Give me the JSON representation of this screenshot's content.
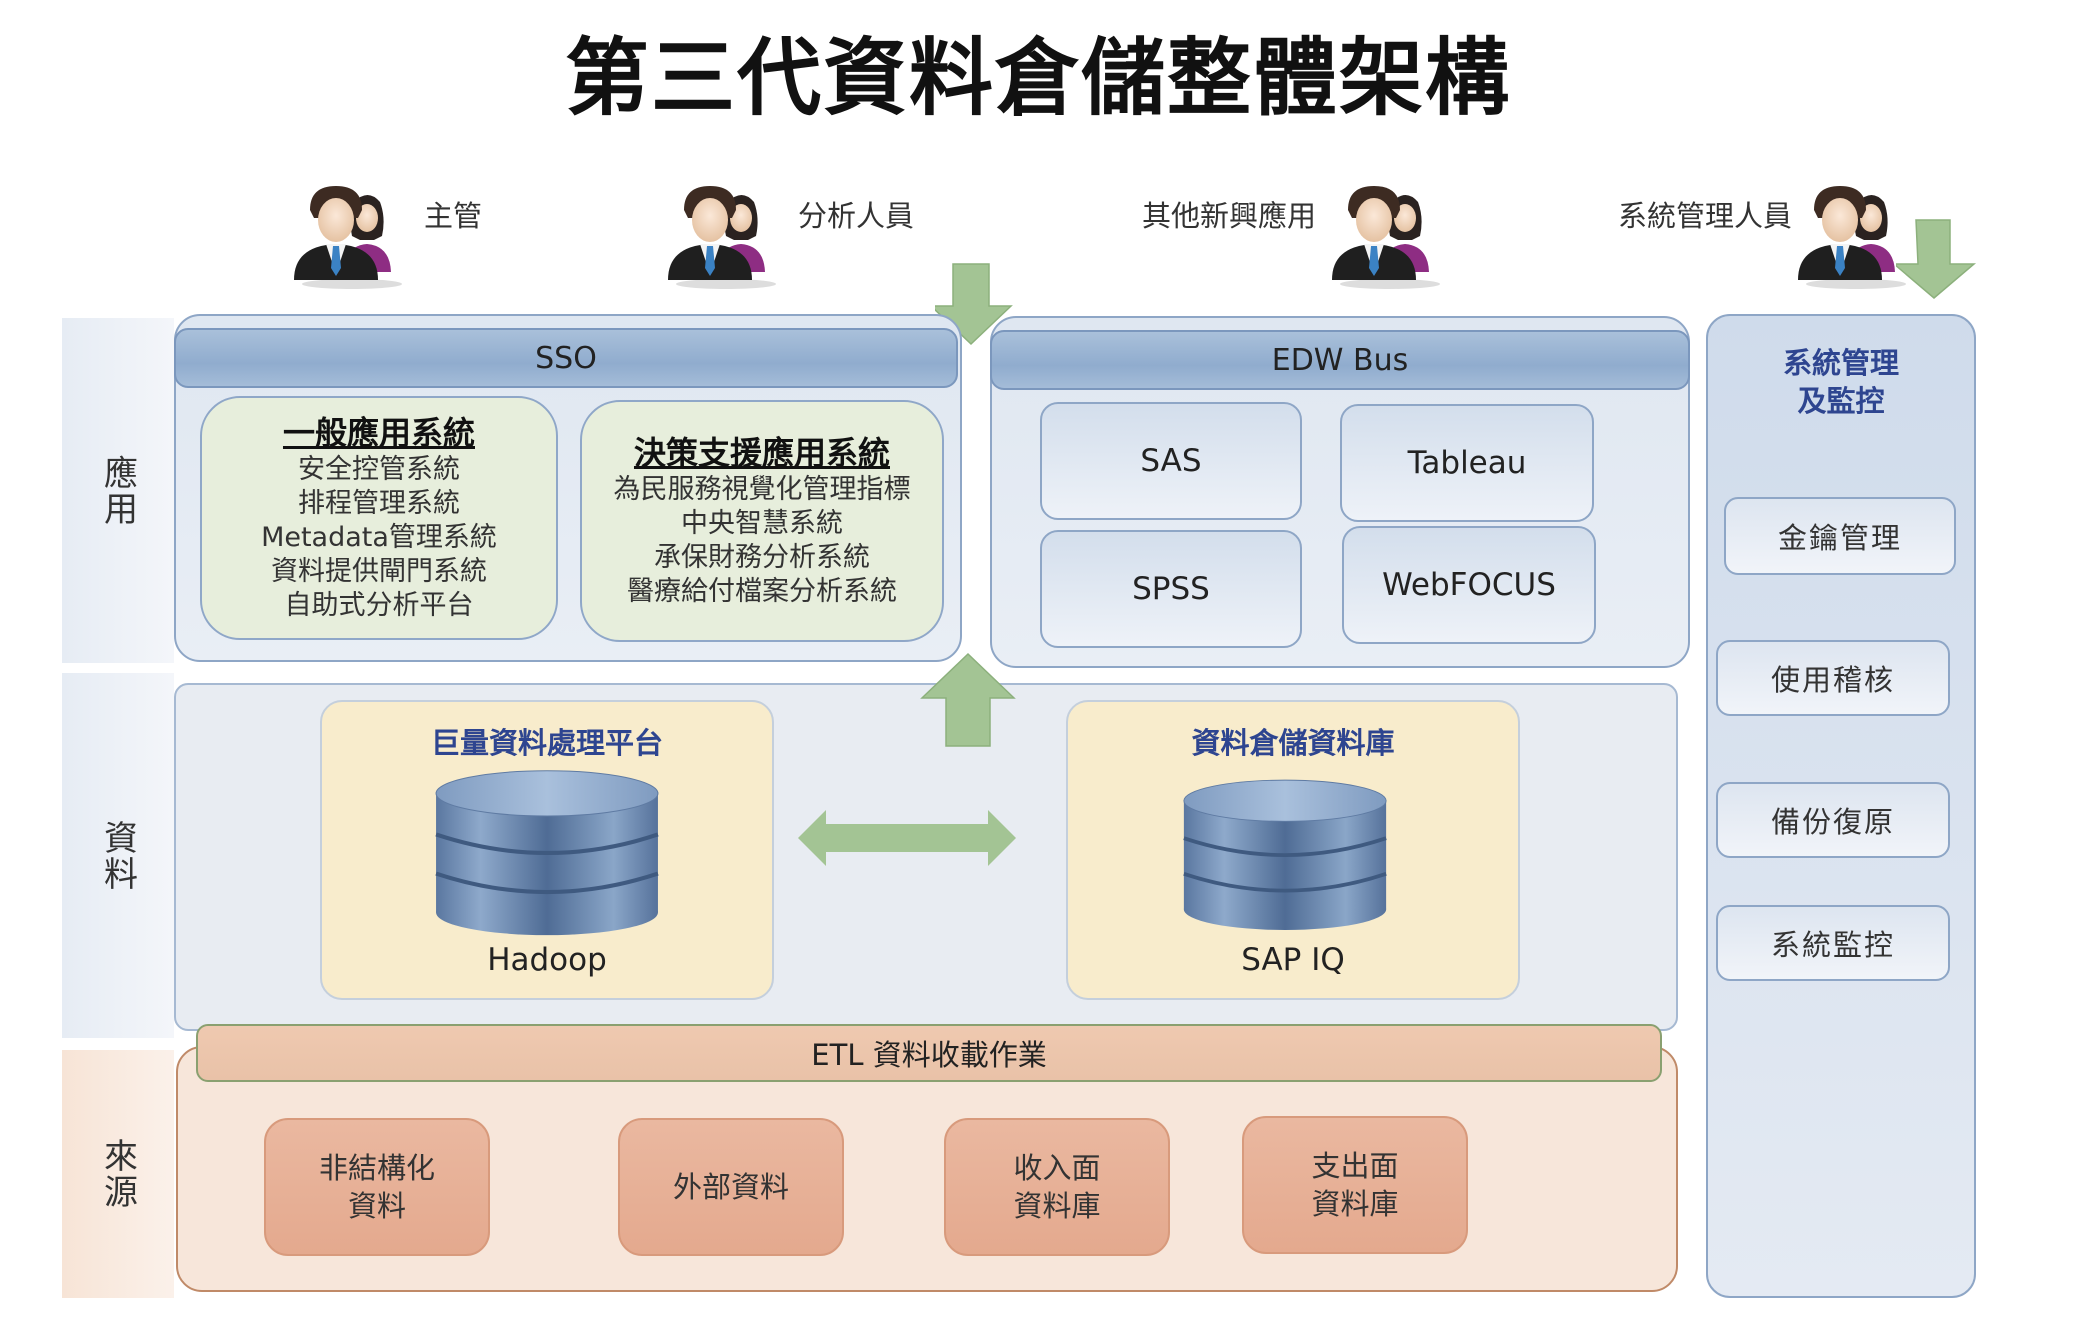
{
  "title": "第三代資料倉儲整體架構",
  "users": [
    {
      "label": "主管",
      "icon": "users-icon"
    },
    {
      "label": "分析人員",
      "icon": "users-icon"
    },
    {
      "label": "其他新興應用",
      "icon": "users-icon"
    },
    {
      "label": "系統管理人員",
      "icon": "users-icon"
    }
  ],
  "layers": {
    "application": "應用",
    "data": "資料",
    "source": "來源"
  },
  "sso": {
    "bar_label": "SSO",
    "general_apps": {
      "heading": "一般應用系統",
      "items": [
        "安全控管系統",
        "排程管理系統",
        "Metadata管理系統",
        "資料提供閘門系統",
        "自助式分析平台"
      ]
    },
    "decision_apps": {
      "heading": "決策支援應用系統",
      "items": [
        "為民服務視覺化管理指標",
        "中央智慧系統",
        "承保財務分析系統",
        "醫療給付檔案分析系統"
      ]
    }
  },
  "edw_bus": {
    "bar_label": "EDW Bus",
    "tools": [
      "SAS",
      "Tableau",
      "SPSS",
      "WebFOCUS"
    ]
  },
  "management": {
    "title_line1": "系統管理",
    "title_line2": "及監控",
    "items": [
      "金鑰管理",
      "使用稽核",
      "備份復原",
      "系統監控"
    ]
  },
  "data_layer": {
    "big_data": {
      "title": "巨量資料處理平台",
      "label": "Hadoop",
      "icon": "database-icon"
    },
    "warehouse": {
      "title": "資料倉儲資料庫",
      "label": "SAP IQ",
      "icon": "database-icon"
    }
  },
  "source_layer": {
    "etl_label": "ETL 資料收載作業",
    "sources": [
      {
        "line1": "非結構化",
        "line2": "資料"
      },
      {
        "line1": "外部資料",
        "line2": ""
      },
      {
        "line1": "收入面",
        "line2": "資料庫"
      },
      {
        "line1": "支出面",
        "line2": "資料庫"
      }
    ]
  },
  "colors": {
    "arrow_green": "#9dc08b",
    "heading_blue": "#2e4590",
    "panel_blue": "#dfe7f1",
    "bar_blue": "#90acce",
    "data_yellow": "#f8eccc",
    "source_peach": "#f7e6da",
    "source_box": "#e4a98e",
    "general_green": "#e7eedc"
  }
}
